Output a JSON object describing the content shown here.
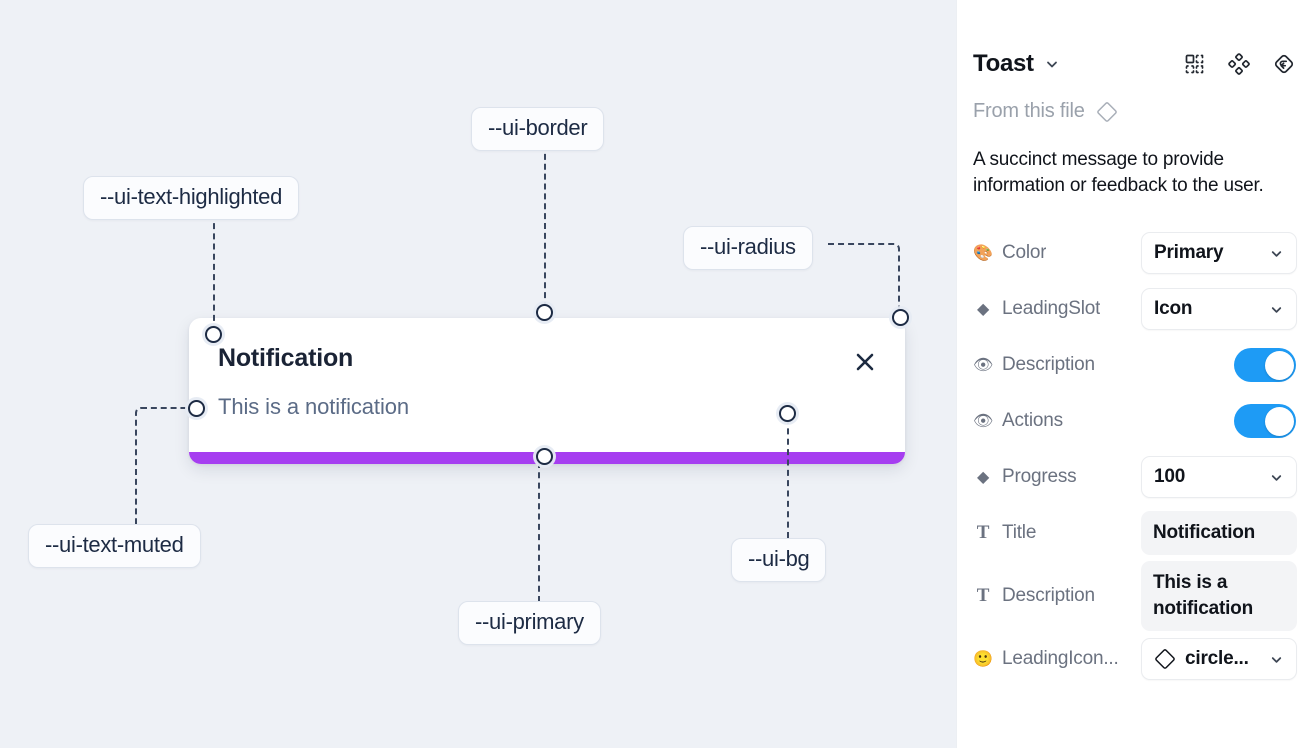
{
  "canvas": {
    "background": "#eef1f6",
    "toast": {
      "title": "Notification",
      "description": "This is a notification",
      "close_icon": "close-icon",
      "progress_color": "#a63ef0",
      "progress_value": 100,
      "background": "#ffffff"
    },
    "tokens": [
      {
        "name": "ui-border",
        "label": "--ui-border"
      },
      {
        "name": "ui-text-highlighted",
        "label": "--ui-text-highlighted"
      },
      {
        "name": "ui-radius",
        "label": "--ui-radius"
      },
      {
        "name": "ui-text-muted",
        "label": "--ui-text-muted"
      },
      {
        "name": "ui-primary",
        "label": "--ui-primary"
      },
      {
        "name": "ui-bg",
        "label": "--ui-bg"
      }
    ]
  },
  "panel": {
    "title": "Toast",
    "title_caret_icon": "chevron-down-icon",
    "header_icons": [
      {
        "name": "component-icon"
      },
      {
        "name": "variants-icon"
      },
      {
        "name": "reset-instance-icon"
      }
    ],
    "from_file_label": "From this file",
    "from_file_icon": "diamond-outline-icon",
    "description": "A succinct message to provide information or feedback to the user.",
    "properties": [
      {
        "name": "color",
        "icon": "palette-icon",
        "icon_glyph": "🎨",
        "label": "Color",
        "control": "select",
        "value": "Primary"
      },
      {
        "name": "leading-slot",
        "icon": "diamond-filled-icon",
        "icon_glyph": "◆",
        "label": "LeadingSlot",
        "control": "select",
        "value": "Icon"
      },
      {
        "name": "description",
        "icon": "eye-icon",
        "icon_glyph": "👁",
        "label": "Description",
        "control": "toggle",
        "value": "on"
      },
      {
        "name": "actions",
        "icon": "eye-icon",
        "icon_glyph": "👁",
        "label": "Actions",
        "control": "toggle",
        "value": "on"
      },
      {
        "name": "progress",
        "icon": "diamond-filled-icon",
        "icon_glyph": "◆",
        "label": "Progress",
        "control": "select",
        "value": "100"
      },
      {
        "name": "title",
        "icon": "text-icon",
        "icon_glyph": "T",
        "label": "Title",
        "control": "text",
        "value": "Notification"
      },
      {
        "name": "description-text",
        "icon": "text-icon",
        "icon_glyph": "T",
        "label": "Description",
        "control": "text",
        "value": "This is a notification"
      },
      {
        "name": "leading-icon",
        "icon": "smiley-icon",
        "icon_glyph": "🙂",
        "label": "LeadingIcon...",
        "control": "select-icon",
        "value": "circle..."
      }
    ],
    "colors": {
      "toggle_on": "#1e9bf5",
      "text_primary": "#10141b",
      "text_muted": "#6b7280"
    }
  }
}
